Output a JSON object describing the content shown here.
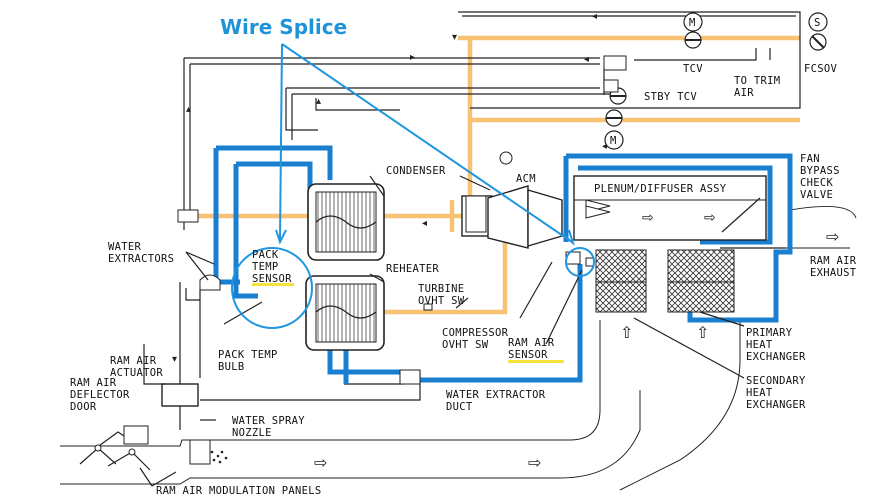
{
  "title": "Wire Splice",
  "labels": {
    "motor_symbol": "M",
    "solenoid_symbol": "S",
    "tcv": "TCV",
    "fcsov": "FCSOV",
    "to_trim_air_1": "TO TRIM",
    "to_trim_air_2": "AIR",
    "stby_tcv": "STBY TCV",
    "condenser": "CONDENSER",
    "acm": "ACM",
    "fan_bypass_1": "FAN",
    "fan_bypass_2": "BYPASS",
    "fan_bypass_3": "CHECK",
    "fan_bypass_4": "VALVE",
    "plenum": "PLENUM/DIFFUSER ASSY",
    "ram_air_exhaust_1": "RAM AIR",
    "ram_air_exhaust_2": "EXHAUST",
    "water_extractors_1": "WATER",
    "water_extractors_2": "EXTRACTORS",
    "pack_temp_sensor_1": "PACK",
    "pack_temp_sensor_2": "TEMP",
    "pack_temp_sensor_3": "SENSOR",
    "reheater": "REHEATER",
    "turbine_ovht_1": "TURBINE",
    "turbine_ovht_2": "OVHT SW",
    "compressor_ovht_1": "COMPRESSOR",
    "compressor_ovht_2": "OVHT SW",
    "ram_air_sensor_1": "RAM AIR",
    "ram_air_sensor_2": "SENSOR",
    "primary_hx_1": "PRIMARY",
    "primary_hx_2": "HEAT",
    "primary_hx_3": "EXCHANGER",
    "secondary_hx_1": "SECONDARY",
    "secondary_hx_2": "HEAT",
    "secondary_hx_3": "EXCHANGER",
    "ram_air_actuator_1": "RAM AIR",
    "ram_air_actuator_2": "ACTUATOR",
    "pack_temp_bulb_1": "PACK TEMP",
    "pack_temp_bulb_2": "BULB",
    "ram_deflector_1": "RAM AIR",
    "ram_deflector_2": "DEFLECTOR",
    "ram_deflector_3": "DOOR",
    "water_extractor_duct_1": "WATER EXTRACTOR",
    "water_extractor_duct_2": "DUCT",
    "water_spray_1": "WATER SPRAY",
    "water_spray_2": "NOZZLE",
    "modulation_panels": "RAM AIR MODULATION PANELS"
  },
  "colors": {
    "callout_blue": "#1e96e0",
    "wire_blue": "#1a7fd1",
    "bleed_orange": "#f7c276",
    "highlight_yellow": "#f5e23a"
  },
  "highlighted_labels": [
    "pack_temp_sensor",
    "ram_air_sensor"
  ]
}
